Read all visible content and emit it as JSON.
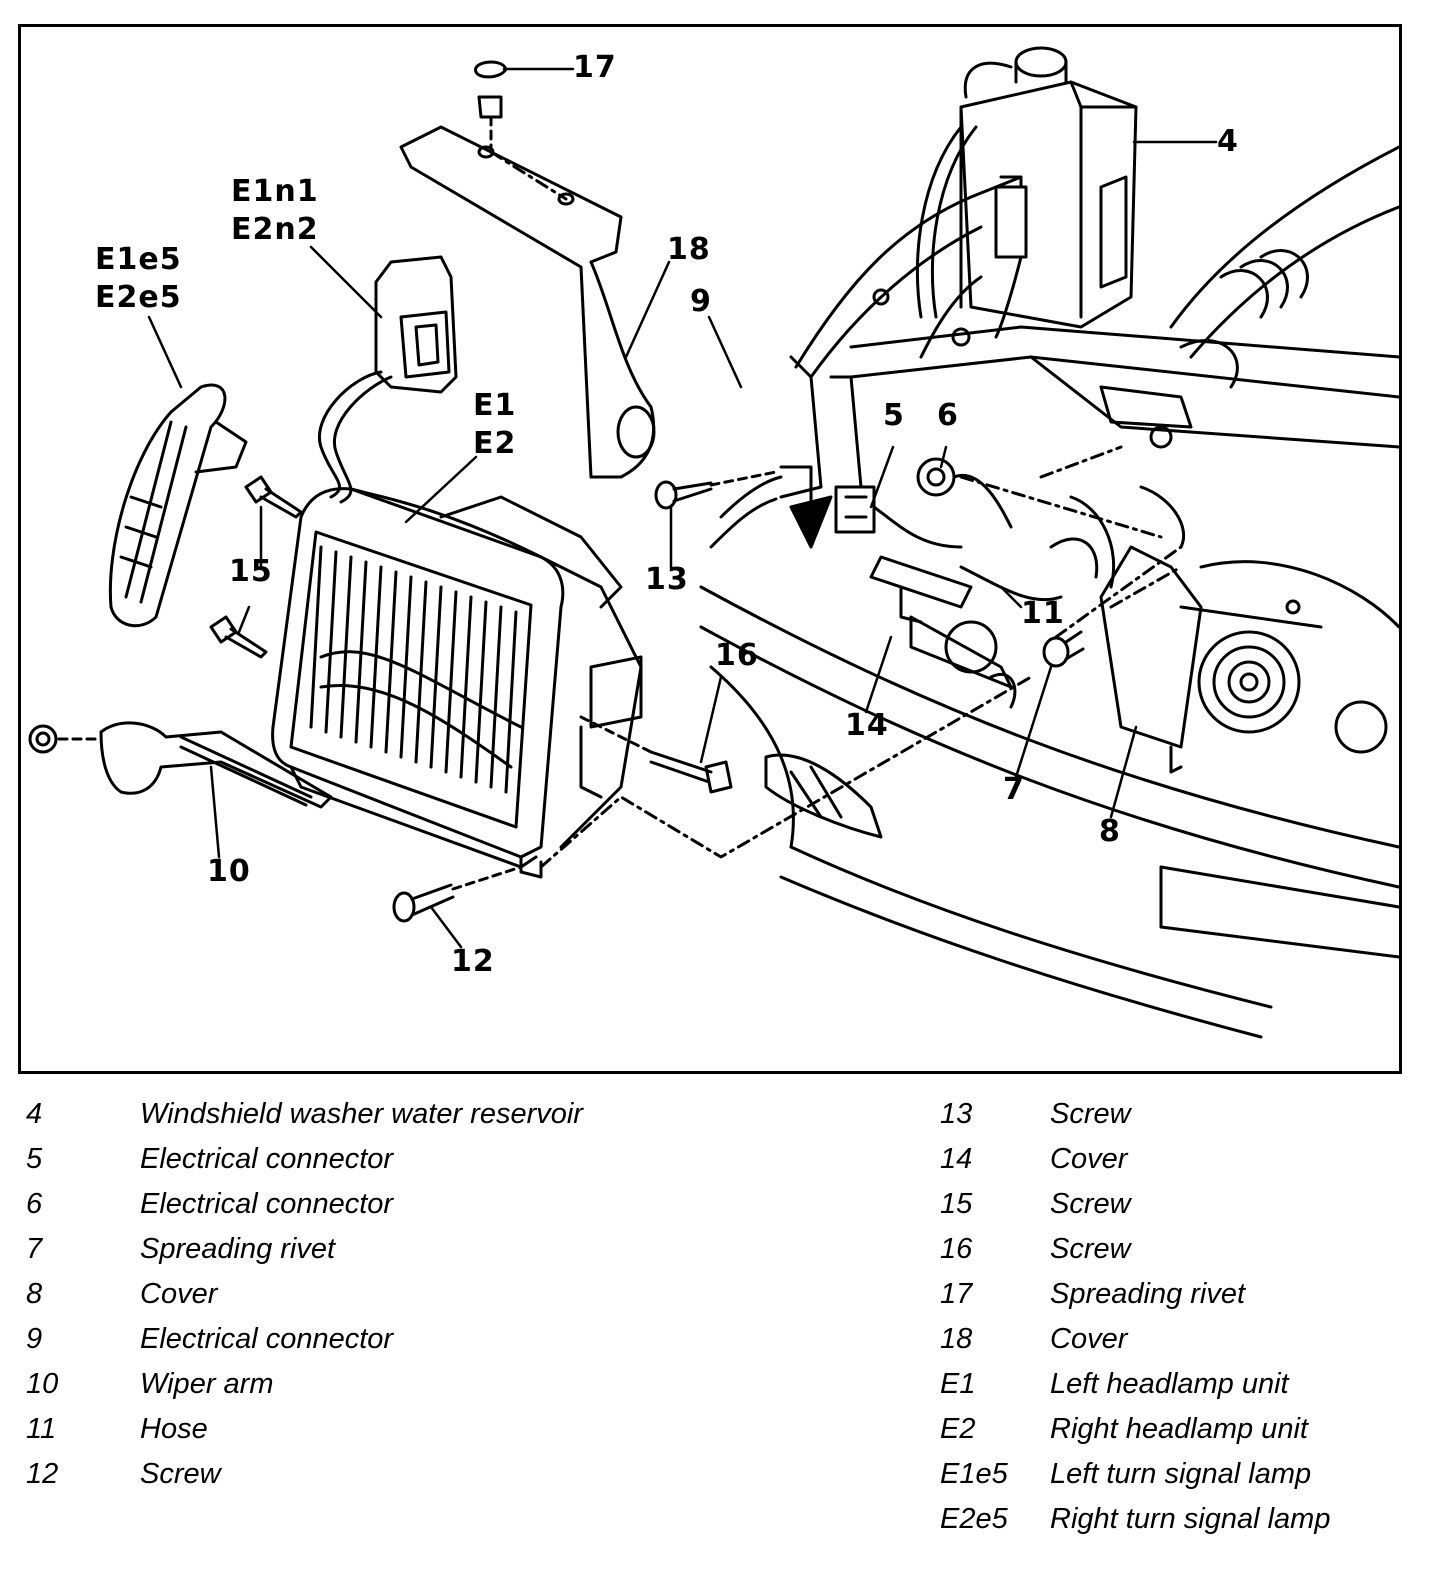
{
  "figure": {
    "callouts": [
      {
        "id": "17",
        "text": "17"
      },
      {
        "id": "4",
        "text": "4"
      },
      {
        "id": "E1n1",
        "text": "E1n1"
      },
      {
        "id": "E2n2",
        "text": "E2n2"
      },
      {
        "id": "E1e5",
        "text": "E1e5"
      },
      {
        "id": "E2e5",
        "text": "E2e5"
      },
      {
        "id": "18",
        "text": "18"
      },
      {
        "id": "9",
        "text": "9"
      },
      {
        "id": "E1",
        "text": "E1"
      },
      {
        "id": "E2",
        "text": "E2"
      },
      {
        "id": "5",
        "text": "5"
      },
      {
        "id": "6",
        "text": "6"
      },
      {
        "id": "15",
        "text": "15"
      },
      {
        "id": "13",
        "text": "13"
      },
      {
        "id": "16",
        "text": "16"
      },
      {
        "id": "11",
        "text": "11"
      },
      {
        "id": "14",
        "text": "14"
      },
      {
        "id": "7",
        "text": "7"
      },
      {
        "id": "8",
        "text": "8"
      },
      {
        "id": "10",
        "text": "10"
      },
      {
        "id": "12",
        "text": "12"
      }
    ]
  },
  "legend": {
    "left": [
      {
        "key": "4",
        "desc": "Windshield washer water reservoir"
      },
      {
        "key": "5",
        "desc": "Electrical connector"
      },
      {
        "key": "6",
        "desc": "Electrical connector"
      },
      {
        "key": "7",
        "desc": "Spreading rivet"
      },
      {
        "key": "8",
        "desc": "Cover"
      },
      {
        "key": "9",
        "desc": "Electrical connector"
      },
      {
        "key": "10",
        "desc": "Wiper arm"
      },
      {
        "key": "11",
        "desc": "Hose"
      },
      {
        "key": "12",
        "desc": "Screw"
      }
    ],
    "right": [
      {
        "key": "13",
        "desc": "Screw"
      },
      {
        "key": "14",
        "desc": "Cover"
      },
      {
        "key": "15",
        "desc": "Screw"
      },
      {
        "key": "16",
        "desc": "Screw"
      },
      {
        "key": "17",
        "desc": "Spreading rivet"
      },
      {
        "key": "18",
        "desc": "Cover"
      },
      {
        "key": "E1",
        "desc": "Left headlamp unit"
      },
      {
        "key": "E2",
        "desc": "Right headlamp unit"
      },
      {
        "key": "E1e5",
        "desc": "Left turn signal lamp"
      },
      {
        "key": "E2e5",
        "desc": "Right turn signal lamp"
      }
    ]
  }
}
